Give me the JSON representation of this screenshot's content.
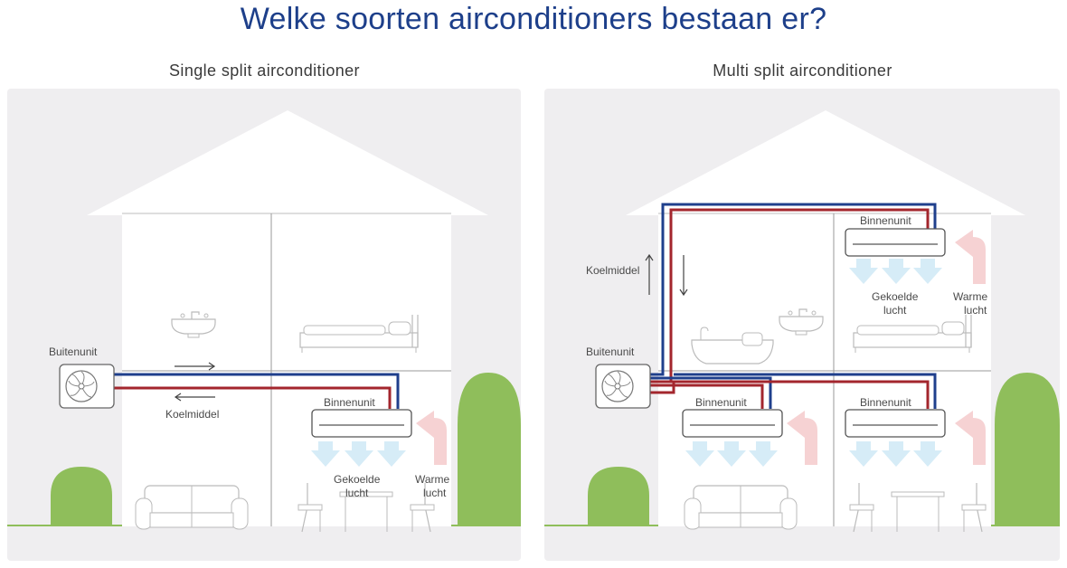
{
  "title": "Welke soorten airconditioners bestaan er?",
  "panels": [
    {
      "title": "Single split airconditioner",
      "outdoor_label": "Buitenunit",
      "refrigerant_label": "Koelmiddel",
      "indoor_units": [
        {
          "label": "Binnenunit"
        }
      ],
      "cooled_air_label": [
        "Gekoelde",
        "lucht"
      ],
      "warm_air_label": [
        "Warme",
        "lucht"
      ]
    },
    {
      "title": "Multi split airconditioner",
      "outdoor_label": "Buitenunit",
      "refrigerant_label": "Koelmiddel",
      "indoor_units": [
        {
          "label": "Binnenunit"
        },
        {
          "label": "Binnenunit"
        },
        {
          "label": "Binnenunit"
        }
      ],
      "cooled_air_label": [
        "Gekoelde",
        "lucht"
      ],
      "warm_air_label": [
        "Warme",
        "lucht"
      ]
    }
  ],
  "colors": {
    "title": "#1d3f8a",
    "panel_bg": "#efeef0",
    "house": "#ffffff",
    "pipe_blue": "#1f3f8c",
    "pipe_red": "#a3262d",
    "cool_arrow": "#d6ecf7",
    "warm_arrow": "#f6d2d3",
    "tree": "#8fbe5b",
    "ground": "#8fbe5b",
    "line": "#9a9a9a"
  },
  "icons": [
    "fan-icon",
    "sink-icon",
    "bed-icon",
    "sofa-icon",
    "dining-table-icon",
    "bathtub-icon",
    "arrow-icon"
  ]
}
